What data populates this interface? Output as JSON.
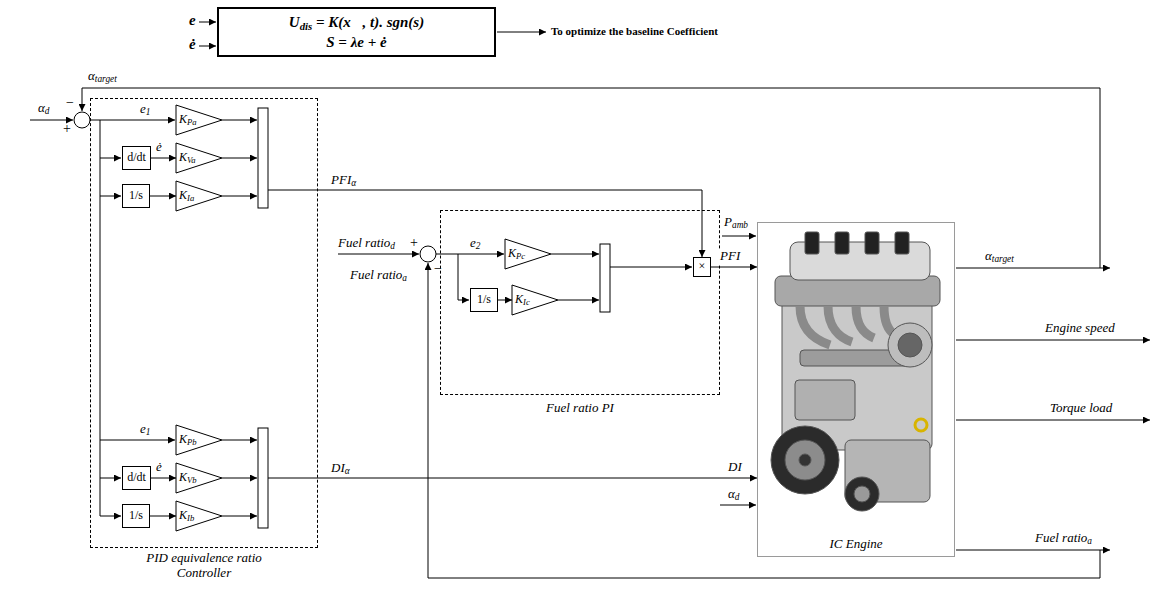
{
  "diagram": {
    "nodes": [
      {
        "text": [
          "Udis = K(x⃗, t). sgn(s)",
          "S = λe + ė"
        ]
      },
      {
        "text": [
          "PID equivalence ratio Controller"
        ]
      },
      {
        "text": [
          "KPa"
        ],
        "in": 1
      },
      {
        "text": [
          "d/dt"
        ],
        "in": 1
      },
      {
        "text": [
          "KVa"
        ],
        "in": 1
      },
      {
        "text": [
          "1/s"
        ],
        "in": 1
      },
      {
        "text": [
          "KIa"
        ],
        "in": 1
      },
      {
        "text": [
          "KPb"
        ],
        "in": 1
      },
      {
        "text": [
          "d/dt"
        ],
        "in": 1
      },
      {
        "text": [
          "KVb"
        ],
        "in": 1
      },
      {
        "text": [
          "1/s"
        ],
        "in": 1
      },
      {
        "text": [
          "KIb"
        ],
        "in": 1
      },
      {
        "text": [
          "Fuel ratio PI"
        ]
      },
      {
        "text": [
          "KPc"
        ],
        "in": 12
      },
      {
        "text": [
          "1/s"
        ],
        "in": 12
      },
      {
        "text": [
          "KIc"
        ],
        "in": 12
      },
      {
        "text": [
          "×"
        ],
        "in": 12
      },
      {
        "text": [
          "IC Engine"
        ]
      }
    ],
    "edges": [
      {
        "from": 3,
        "to": 4,
        "arrow": "to"
      },
      {
        "from": 5,
        "to": 6,
        "arrow": "to"
      },
      {
        "from": 8,
        "to": 9,
        "arrow": "to"
      },
      {
        "from": 10,
        "to": 11,
        "arrow": "to"
      },
      {
        "from": 14,
        "to": 15,
        "arrow": "to"
      },
      {
        "from": 1,
        "to": 16,
        "label": "PFIα",
        "arrow": "to"
      },
      {
        "from": 1,
        "to": 17,
        "label": "DIα",
        "arrow": "to"
      },
      {
        "from": 16,
        "to": 17,
        "label": "PFI",
        "arrow": "to"
      }
    ],
    "labels": [
      "e",
      "ė",
      "To optimize the baseline Coefficient",
      "αtarget",
      "αd",
      "−",
      "+",
      "e1",
      "ė",
      "e1",
      "ė",
      "Fuel ratiod",
      "+",
      "−",
      "Fuel ratioa",
      "e2",
      "Pamb",
      "DI",
      "αd",
      "αtarget",
      "Engine speed",
      "Torque load",
      "Fuel ratioa"
    ]
  }
}
